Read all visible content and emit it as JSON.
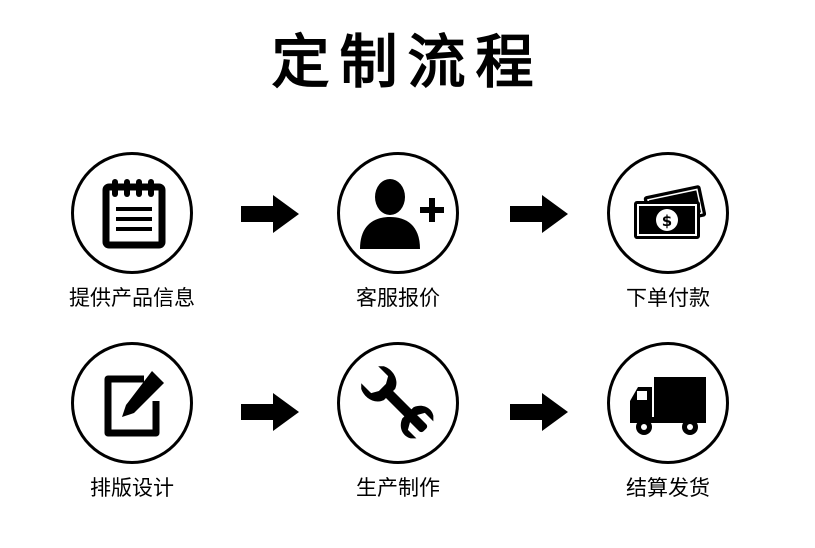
{
  "title": "定制流程",
  "steps": [
    {
      "label": "提供产品信息",
      "icon": "notepad-icon"
    },
    {
      "label": "客服报价",
      "icon": "add-user-icon"
    },
    {
      "label": "下单付款",
      "icon": "money-icon"
    },
    {
      "label": "排版设计",
      "icon": "edit-icon"
    },
    {
      "label": "生产制作",
      "icon": "wrench-icon"
    },
    {
      "label": "结算发货",
      "icon": "truck-icon"
    }
  ]
}
